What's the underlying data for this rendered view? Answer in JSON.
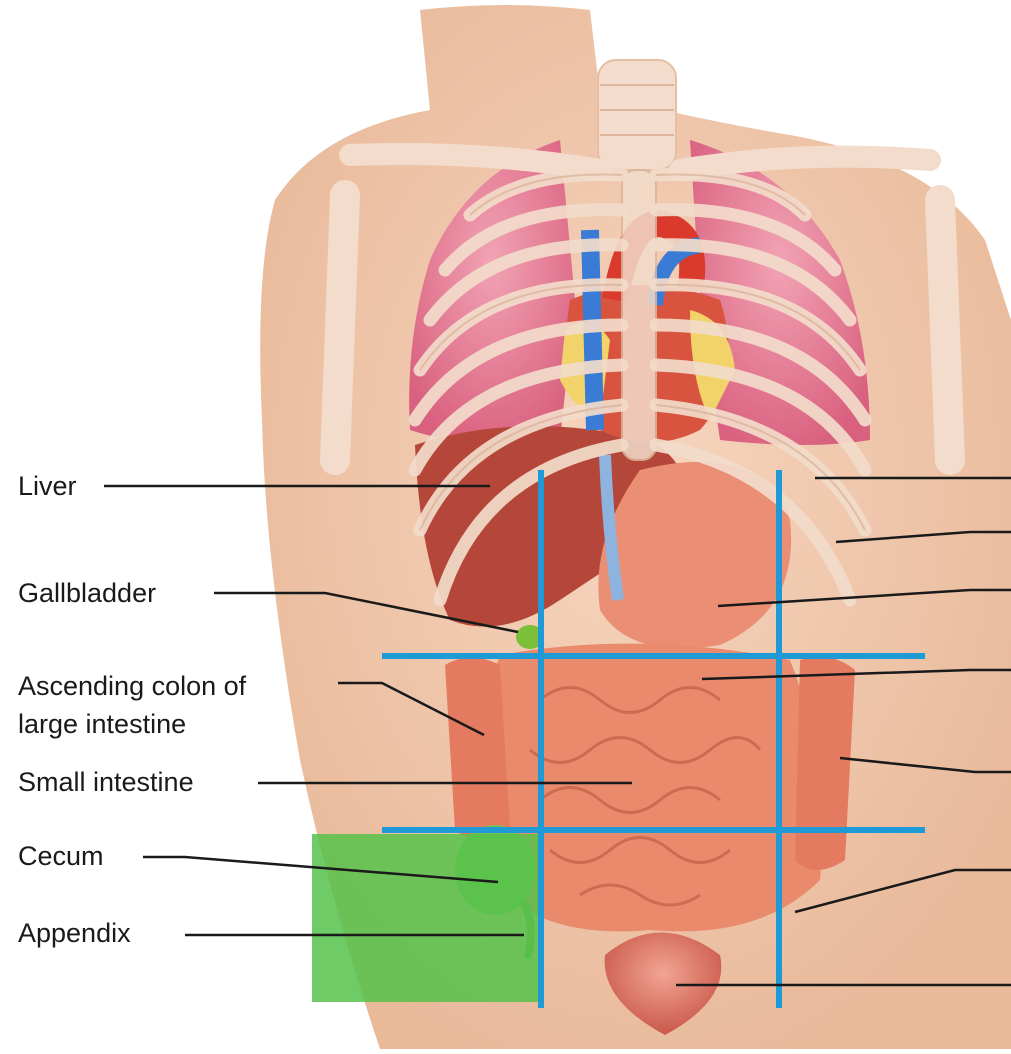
{
  "labels": {
    "liver": "Liver",
    "gallbladder": "Gallbladder",
    "ascending_colon_line1": "Ascending colon of",
    "ascending_colon_line2": "large intestine",
    "small_intestine": "Small intestine",
    "cecum": "Cecum",
    "appendix": "Appendix"
  },
  "colors": {
    "region_grid_lines": "#1e9bd7",
    "highlight_region": "#56c24a",
    "skin": "#f0c9ad",
    "lung": "#e9879f",
    "intestine": "#e98a6c",
    "liver": "#b5473a",
    "heart_vessel_red": "#d93a2b",
    "heart_vessel_blue": "#3a7bd5",
    "gallbladder": "#7bbf3a",
    "bone": "#f3dccb"
  },
  "icons": {
    "diagram": "human-torso-organs-illustration"
  },
  "highlight": {
    "region": "right-iliac-region"
  }
}
